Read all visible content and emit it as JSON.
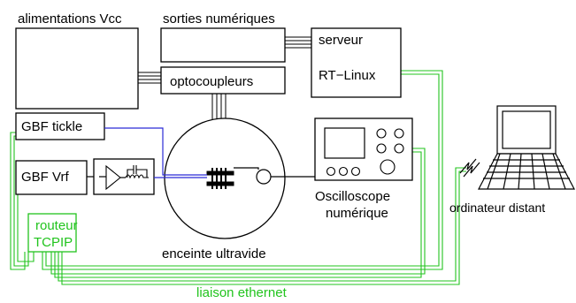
{
  "labels": {
    "power_supplies": "alimentations Vcc",
    "digital_outputs": "sorties numériques",
    "optocouplers": "optocoupleurs",
    "server_line1": "serveur",
    "server_line2": "RT−Linux",
    "gbf_tickle": "GBF tickle",
    "gbf_vrf": "GBF Vrf",
    "chamber": "enceinte ultravide",
    "oscilloscope_line1": "Oscilloscope",
    "oscilloscope_line2": "numérique",
    "remote_computer": "ordinateur distant",
    "router_line1": "routeur",
    "router_line2": "TCPIP",
    "ethernet_link": "liaison ethernet"
  },
  "colors": {
    "ethernet": "#22c41e",
    "tickle_signal": "#2b2bd6",
    "rf_signal": "#2b2bd6",
    "router_border": "#22c41e",
    "router_text": "#22c41e"
  },
  "icons": [
    "amplifier-icon",
    "coil-icon",
    "capacitor-icon",
    "oscilloscope-icon",
    "laptop-icon",
    "lightning-break-icon"
  ]
}
